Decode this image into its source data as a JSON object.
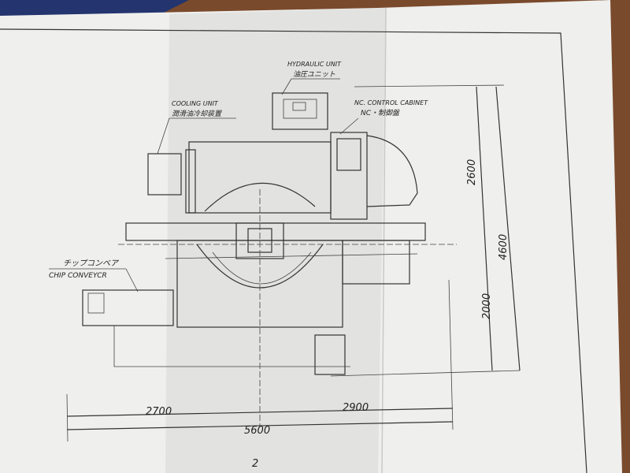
{
  "drawing": {
    "labels": {
      "hydraulic_en": "HYDRAULIC UNIT",
      "hydraulic_jp": "油圧ユニット",
      "cooling_en": "COOLING UNIT",
      "cooling_jp": "潤滑油冷却装置",
      "nc_en": "NC. CONTROL CABINET",
      "nc_jp": "NC・制御盤",
      "chip_jp": "チップコンベア",
      "chip_en": "CHIP CONVEYCR"
    },
    "dimensions": {
      "height_upper": "2600",
      "height_total": "4600",
      "height_lower": "2000",
      "width_left": "2700",
      "width_right": "2900",
      "width_total": "5600"
    },
    "page_number": "2"
  },
  "colors": {
    "paper": "#f1f1ef",
    "shadow": "#d9d9d7",
    "desk": "#7a4a2c",
    "cover": "#23346e"
  }
}
